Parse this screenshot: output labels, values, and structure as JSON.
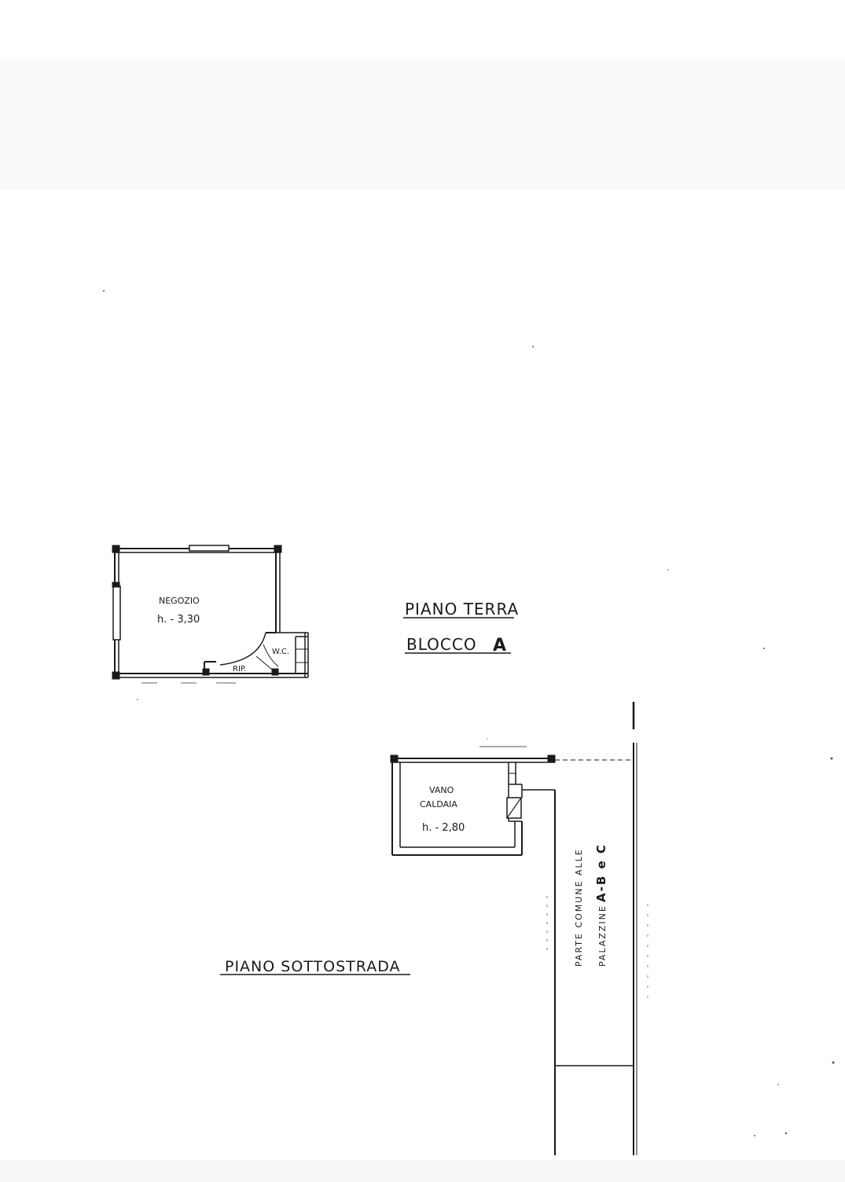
{
  "ground_floor": {
    "title": "PIANO TERRA",
    "block": "BLOCCO",
    "block_letter": "A",
    "shop": {
      "name": "NEGOZIO",
      "height": "h. - 3,30"
    },
    "wc": "W.C.",
    "storage": "RIP."
  },
  "basement": {
    "title": "PIANO SOTTOSTRADA",
    "boiler_room": {
      "name_line1": "VANO",
      "name_line2": "CALDAIA",
      "height": "h. - 2,80"
    },
    "common_area": {
      "line1": "PARTE COMUNE ALLE",
      "line2": "PALAZZINE",
      "buildings": "A-B e C"
    }
  },
  "colors": {
    "ink": "#1a1a1a",
    "paper": "#ffffff",
    "top_band": "#fafafa"
  }
}
